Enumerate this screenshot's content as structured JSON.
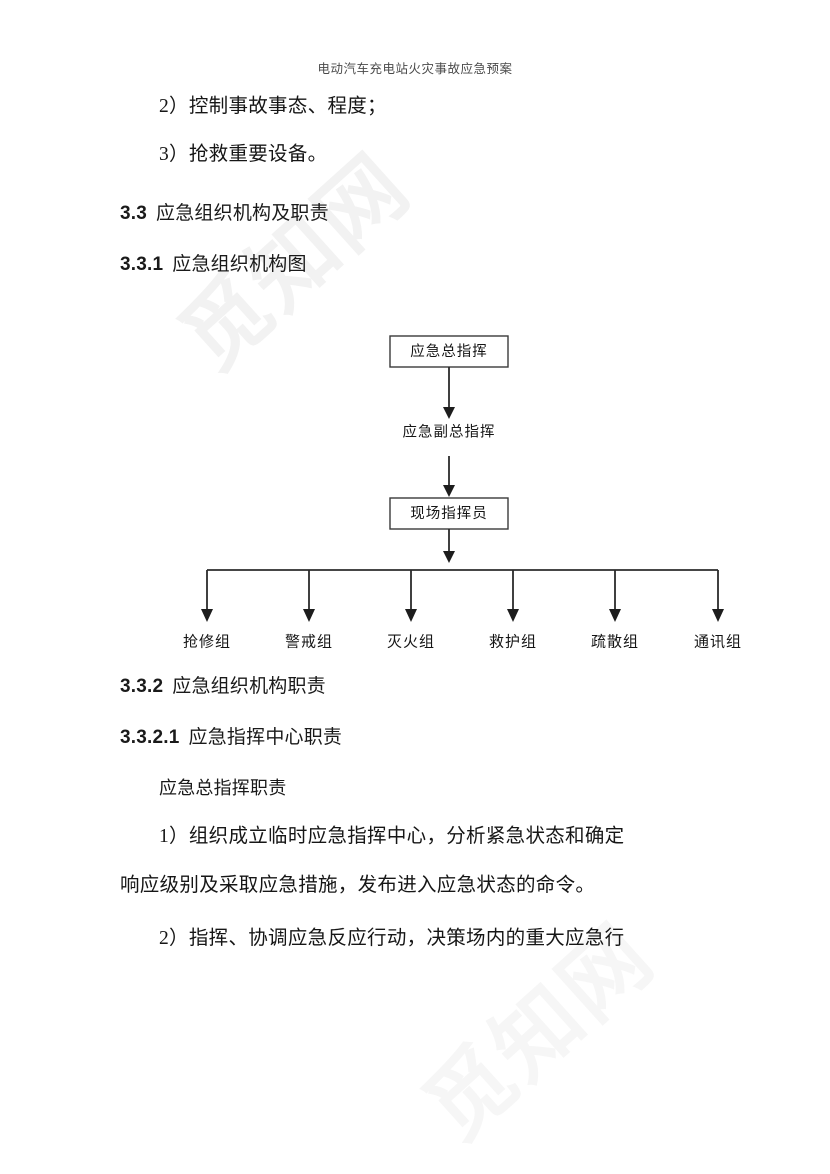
{
  "document": {
    "running_header": "电动汽车充电站火灾事故应急预案",
    "watermark_text": "觅知网"
  },
  "body": {
    "item_2": "2）控制事故事态、程度；",
    "item_3": "3）抢救重要设备。",
    "heading_3_3_num": "3.3",
    "heading_3_3_title": "应急组织机构及职责",
    "heading_3_3_1_num": "3.3.1",
    "heading_3_3_1_title": "应急组织机构图",
    "heading_3_3_2_num": "3.3.2",
    "heading_3_3_2_title": "应急组织机构职责",
    "heading_3_3_2_1_num": "3.3.2.1",
    "heading_3_3_2_1_title": "应急指挥中心职责",
    "subhead_duty": "应急总指挥职责",
    "duty_1_line_1": "1）组织成立临时应急指挥中心，分析紧急状态和确定",
    "duty_1_line_2": "响应级别及采取应急措施，发布进入应急状态的命令。",
    "duty_2_line_1": "2）指挥、协调应急反应行动，决策场内的重大应急行"
  },
  "org_chart": {
    "title": "应急组织机构图",
    "level_1": "应急总指挥",
    "level_2": "应急副总指挥",
    "level_3": "现场指挥员",
    "groups": [
      "抢修组",
      "警戒组",
      "灭火组",
      "救护组",
      "疏散组",
      "通讯组"
    ]
  }
}
